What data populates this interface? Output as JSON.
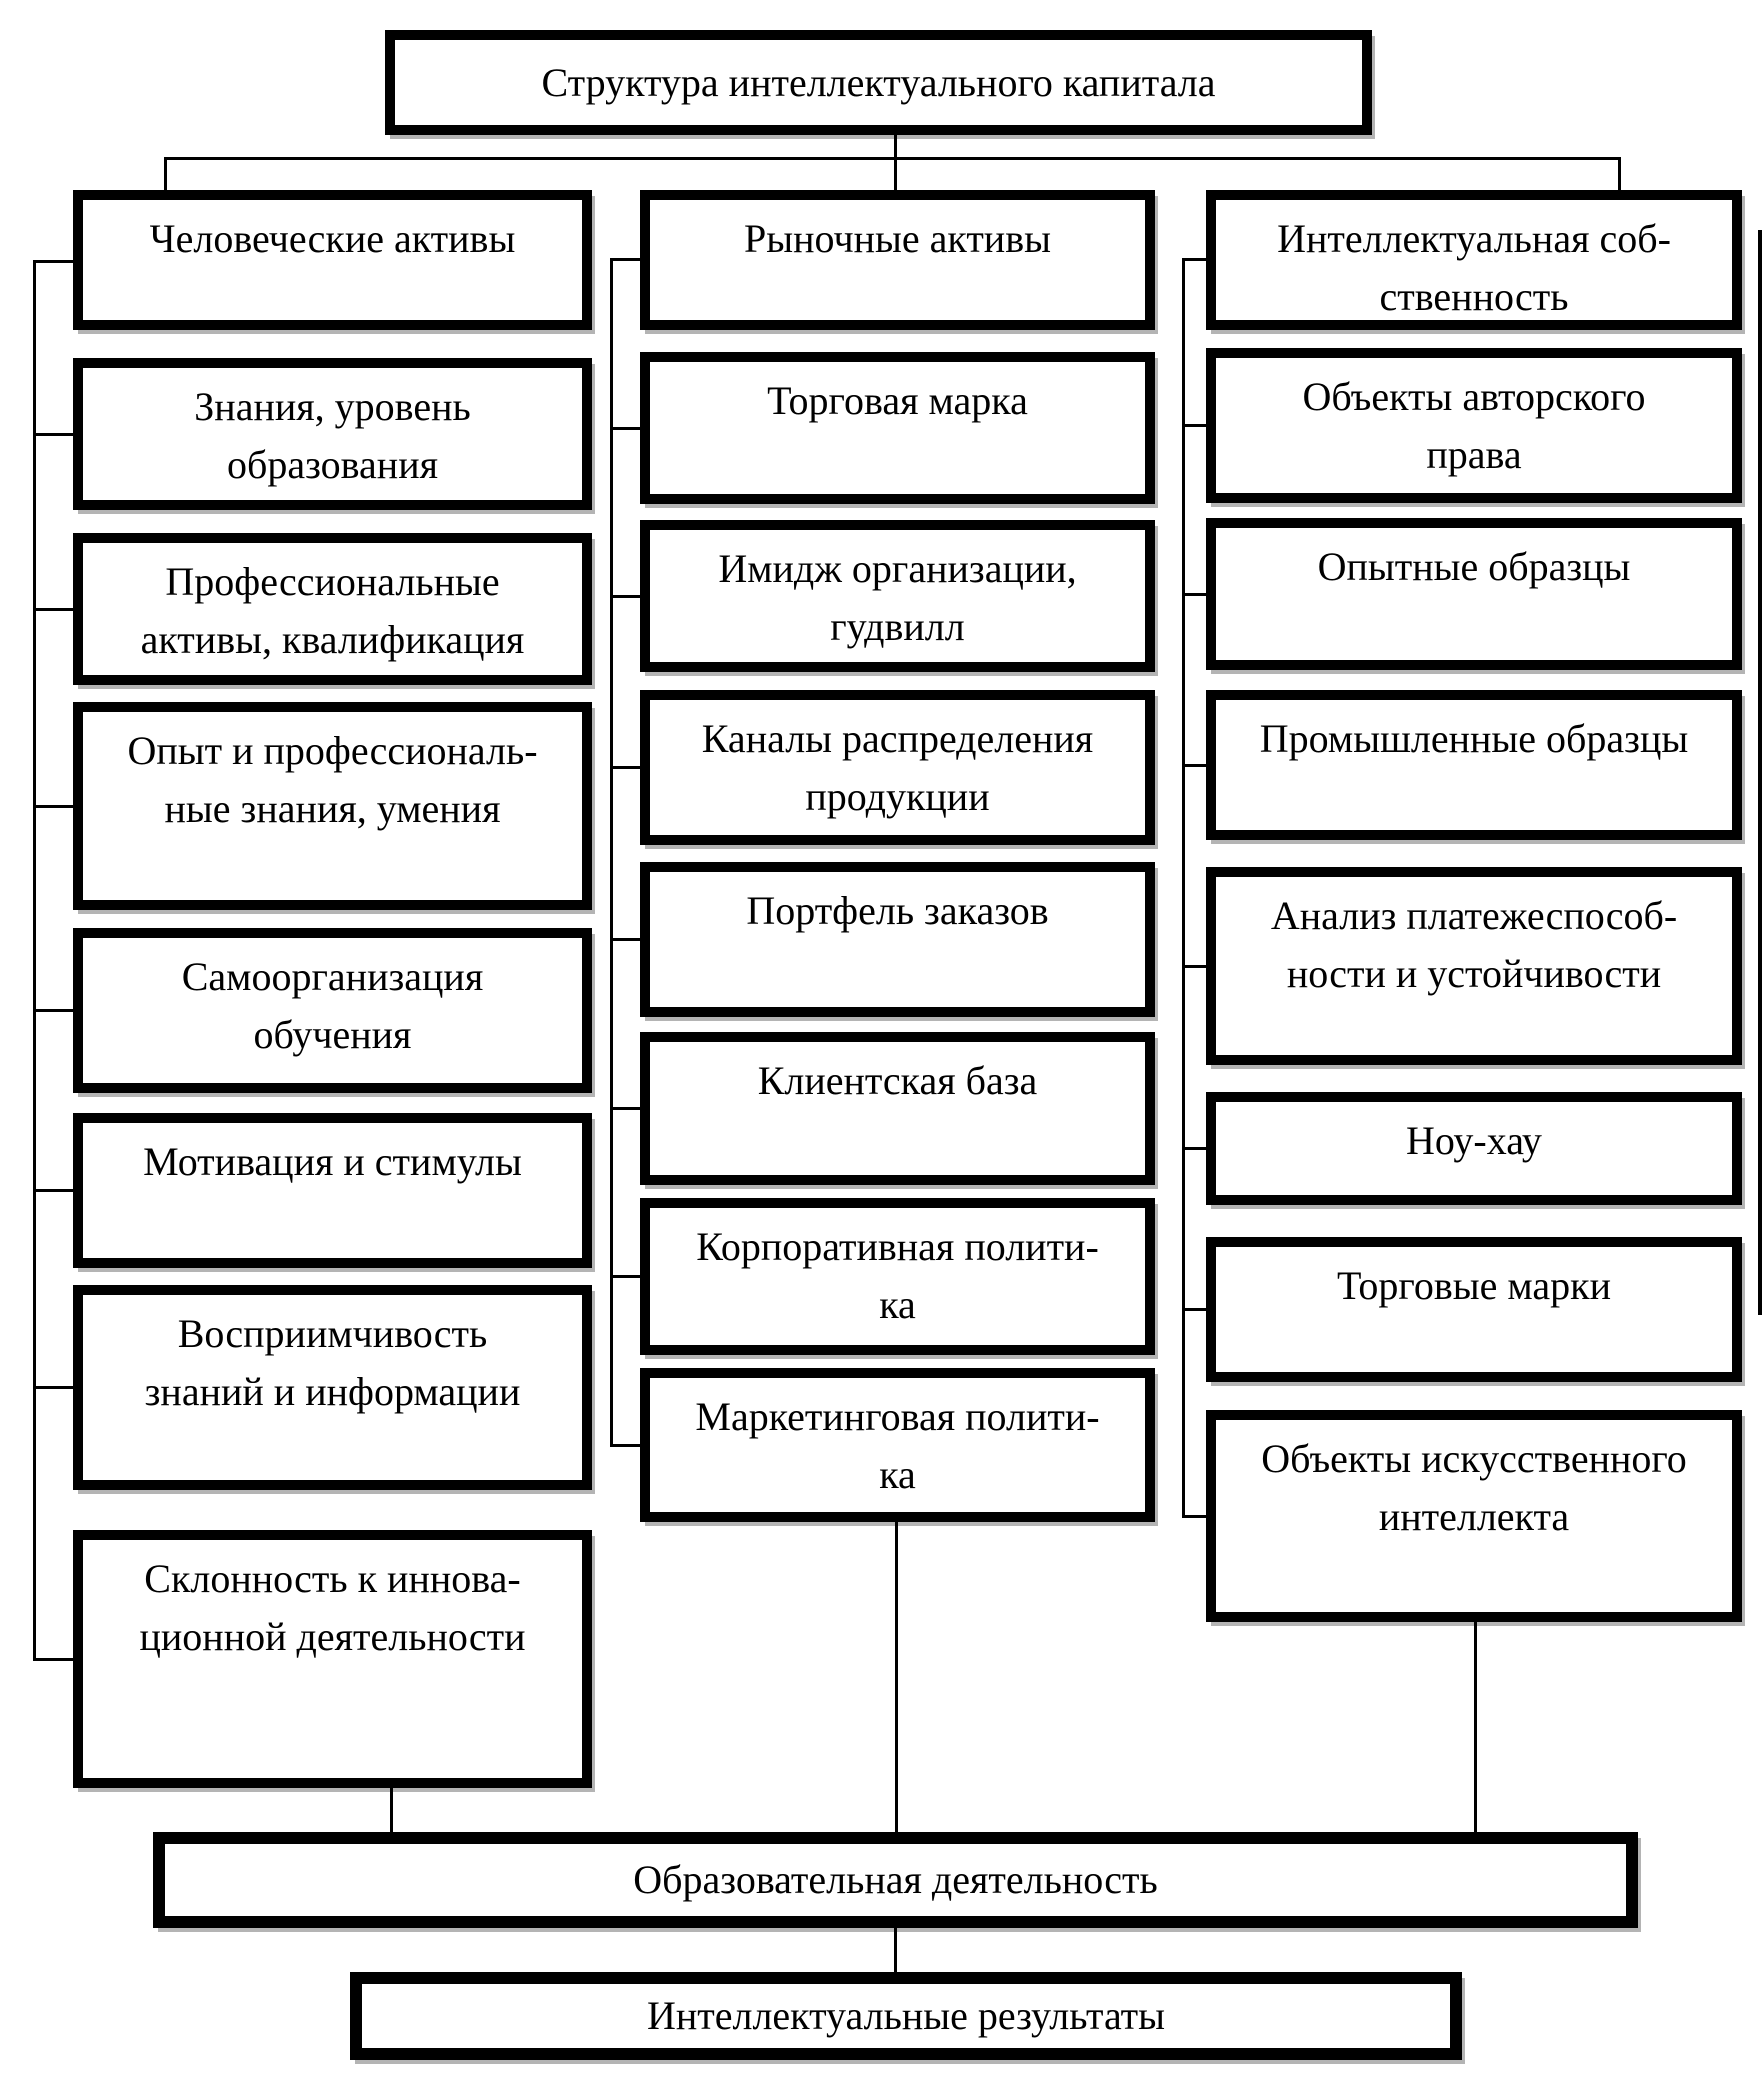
{
  "title": "Структура интеллектуального капитала",
  "columns": [
    {
      "header": "Человеческие активы",
      "items": [
        "Знания, уровень\nобразования",
        "Профессиональные\nактивы, квалификация",
        "Опыт и профессиональ-\nные знания, умения",
        "Самоорганизация\nобучения",
        "Мотивация и стимулы",
        "Восприимчивость\nзнаний и информации",
        "Склонность к иннова-\nционной деятельности"
      ]
    },
    {
      "header": "Рыночные активы",
      "items": [
        "Торговая марка",
        "Имидж организации,\nгудвилл",
        "Каналы распределения\nпродукции",
        "Портфель заказов",
        "Клиентская база",
        "Корпоративная полити-\nка",
        "Маркетинговая полити-\nка"
      ]
    },
    {
      "header": "Интеллектуальная соб-\nственность",
      "items": [
        "Объекты авторского\nправа",
        "Опытные образцы",
        "Промышленные образцы",
        "Анализ платежеспособ-\nности и устойчивости",
        "Ноу-хау",
        "Торговые марки",
        "Объекты искусственного\nинтеллекта"
      ]
    }
  ],
  "footer": {
    "education": "Образовательная деятельность",
    "results": "Интеллектуальные результаты"
  },
  "colors": {
    "box_border": "#000000",
    "background": "#ffffff",
    "shadow": "#b4b4b4"
  }
}
